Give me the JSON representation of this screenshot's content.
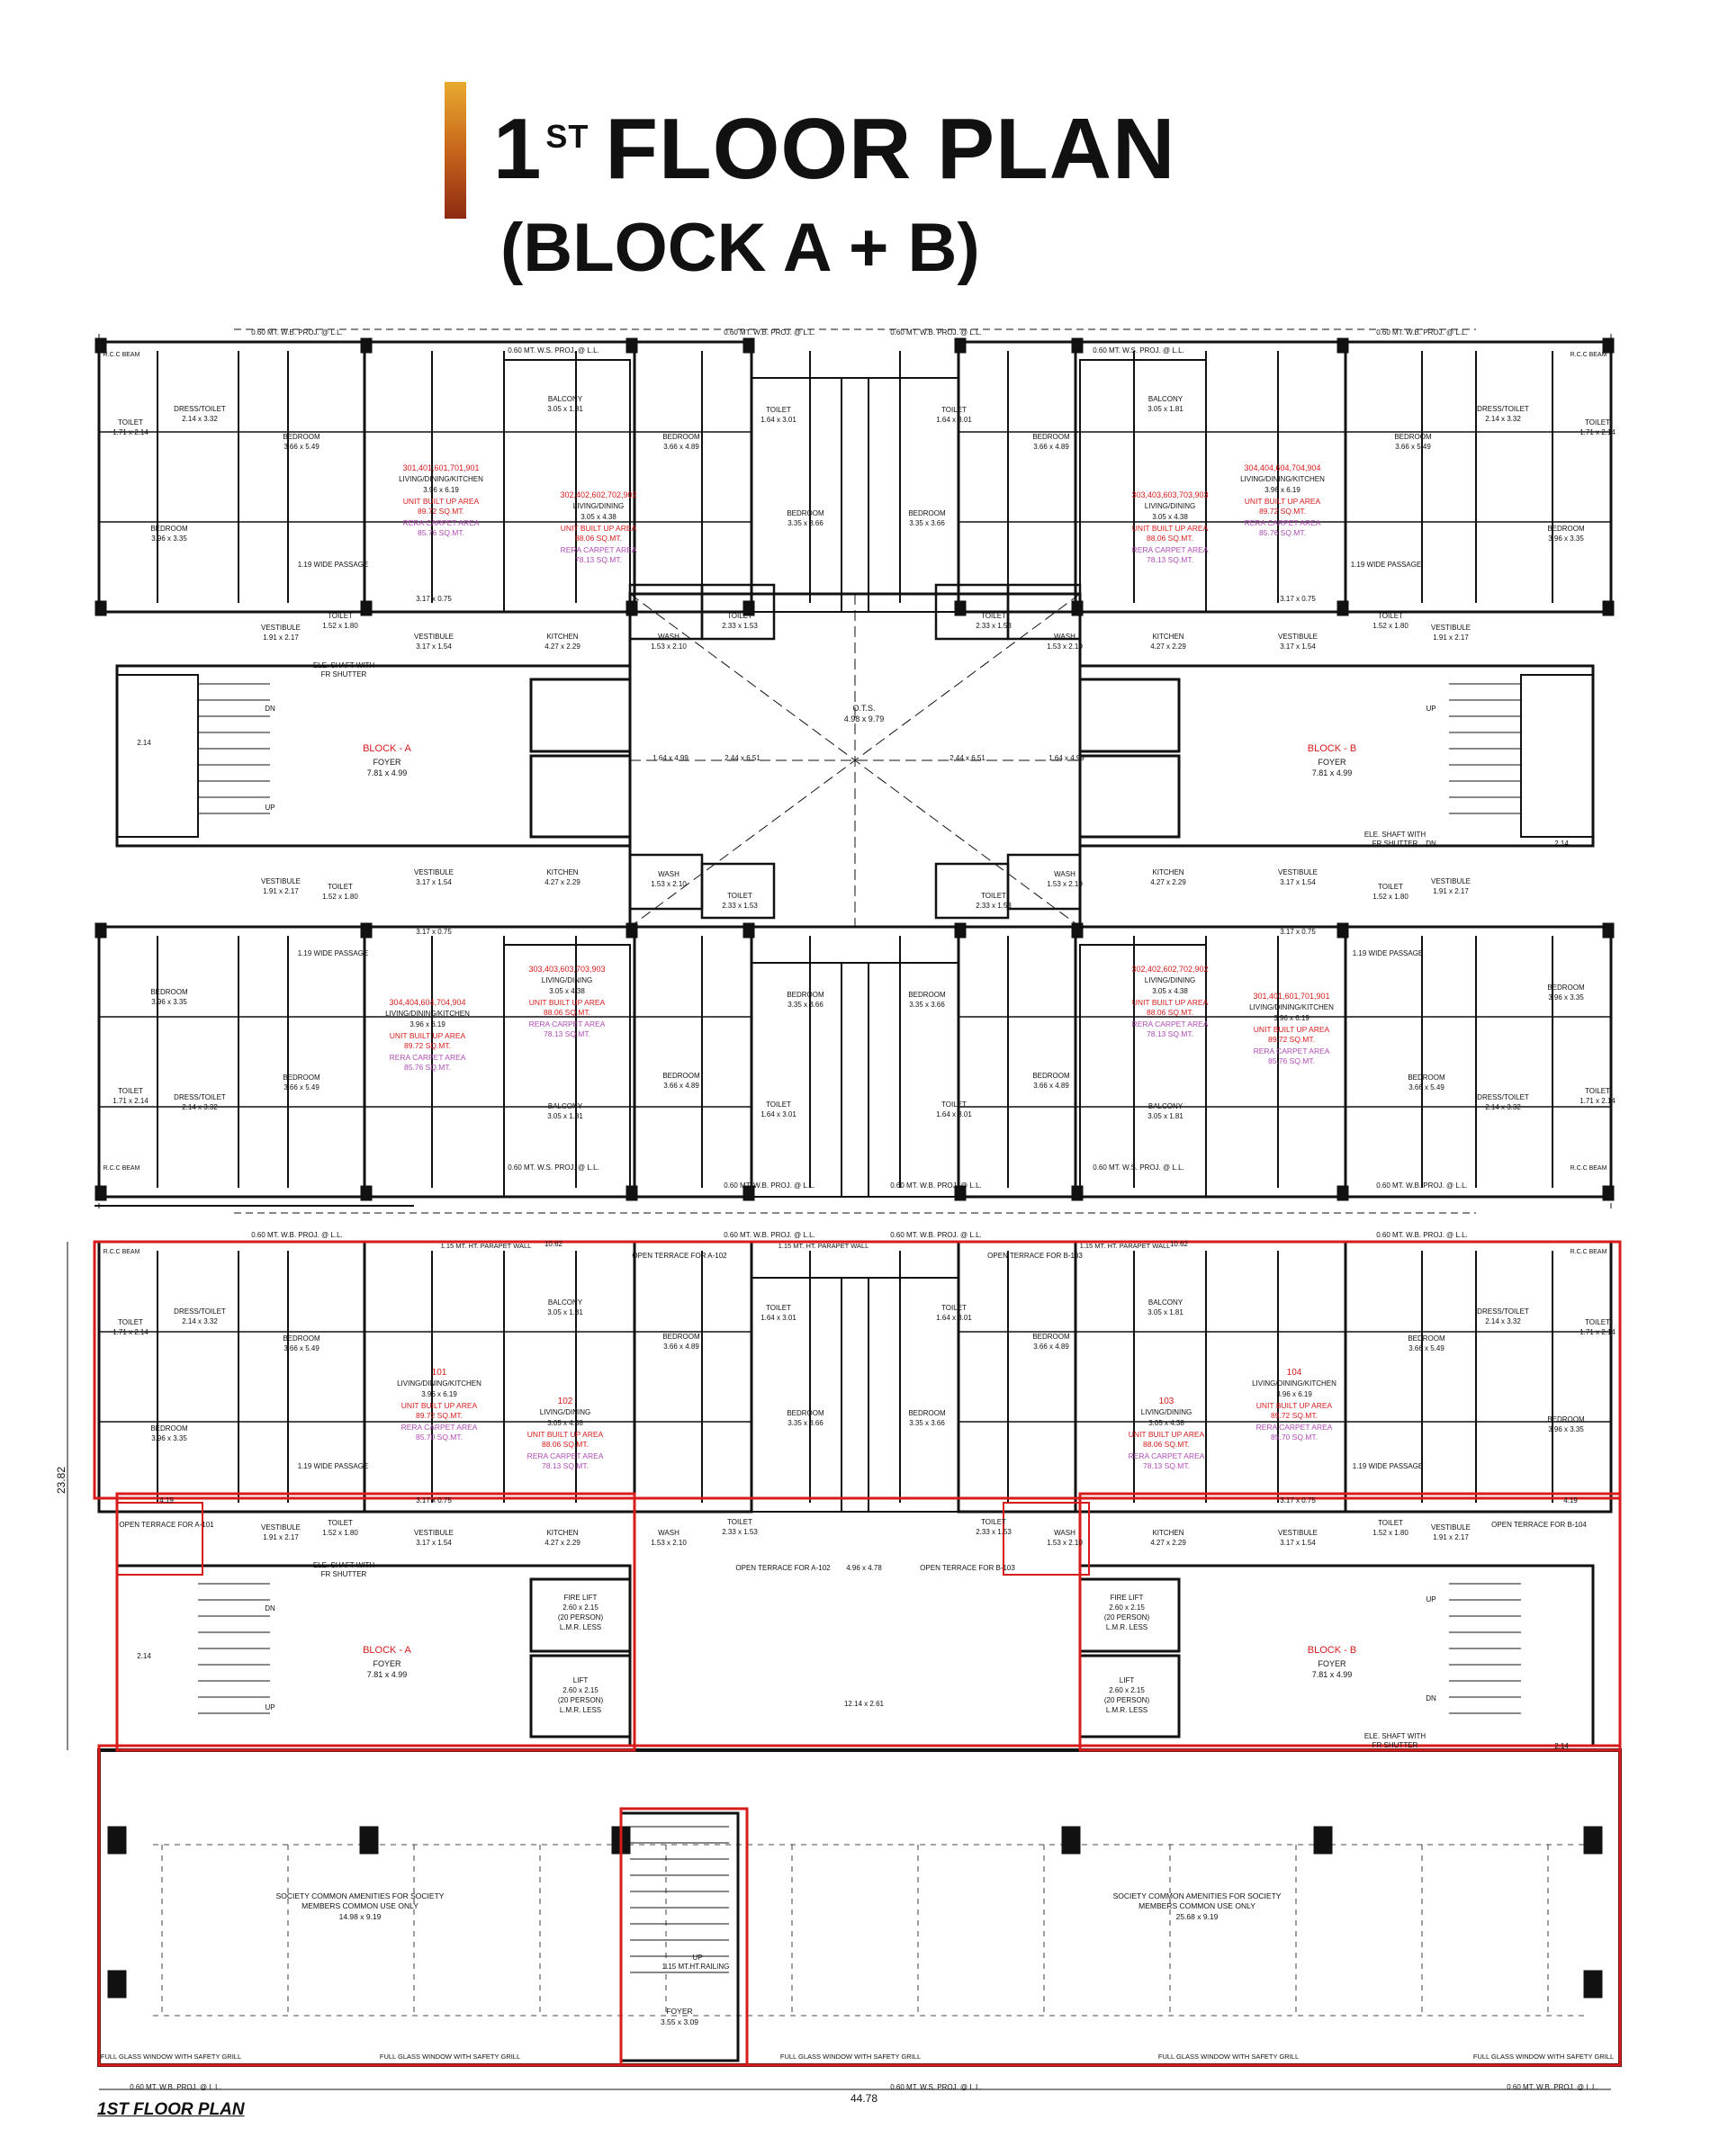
{
  "title": {
    "line1_prefix": "1",
    "line1_sup": "ST",
    "line1_rest": "FLOOR PLAN",
    "line2": "(BLOCK A + B)"
  },
  "upper_units": [
    {
      "id": "ua1",
      "no": "301,401,601,701,901",
      "type": "LIVING/DINING/KITCHEN",
      "dim": "3.96 x 6.19",
      "built": "UNIT BUILT UP AREA",
      "bval": "89.72 SQ.MT.",
      "rera": "RERA CARPET AREA",
      "rval": "85.76 SQ.MT."
    },
    {
      "id": "ua2",
      "no": "302,402,602,702,902",
      "type": "LIVING/DINING",
      "dim": "3.05 x 4.38",
      "built": "UNIT BUILT UP AREA",
      "bval": "88.06 SQ.MT.",
      "rera": "RERA CARPET AREA",
      "rval": "78.13 SQ.MT."
    },
    {
      "id": "ub1",
      "no": "303,403,603,703,903",
      "type": "LIVING/DINING",
      "dim": "3.05 x 4.38",
      "built": "UNIT BUILT UP AREA",
      "bval": "88.06 SQ.MT.",
      "rera": "RERA CARPET AREA",
      "rval": "78.13 SQ.MT."
    },
    {
      "id": "ub2",
      "no": "304,404,604,704,904",
      "type": "LIVING/DINING/KITCHEN",
      "dim": "3.96 x 6.19",
      "built": "UNIT BUILT UP AREA",
      "bval": "89.72 SQ.MT.",
      "rera": "RERA CARPET AREA",
      "rval": "85.76 SQ.MT."
    },
    {
      "id": "la1",
      "no": "304,404,604,704,904",
      "type": "LIVING/DINING/KITCHEN",
      "dim": "3.96 x 6.19",
      "built": "UNIT BUILT UP AREA",
      "bval": "89.72 SQ.MT.",
      "rera": "RERA CARPET AREA",
      "rval": "85.76 SQ.MT."
    },
    {
      "id": "la2",
      "no": "303,403,603,703,903",
      "type": "LIVING/DINING",
      "dim": "3.05 x 4.38",
      "built": "UNIT BUILT UP AREA",
      "bval": "88.06 SQ.MT.",
      "rera": "RERA CARPET AREA",
      "rval": "78.13 SQ.MT."
    },
    {
      "id": "lb1",
      "no": "302,402,602,702,902",
      "type": "LIVING/DINING",
      "dim": "3.05 x 4.38",
      "built": "UNIT BUILT UP AREA",
      "bval": "88.06 SQ.MT.",
      "rera": "RERA CARPET AREA",
      "rval": "78.13 SQ.MT."
    },
    {
      "id": "lb2",
      "no": "301,401,601,701,901",
      "type": "LIVING/DINING/KITCHEN",
      "dim": "3.96 x 6.19",
      "built": "UNIT BUILT UP AREA",
      "bval": "89.72 SQ.MT.",
      "rera": "RERA CARPET AREA",
      "rval": "85.76 SQ.MT."
    }
  ],
  "first_units": [
    {
      "id": "f101",
      "no": "101",
      "type": "LIVING/DINING/KITCHEN",
      "dim": "3.96 x 6.19",
      "built": "UNIT BUILT UP AREA",
      "bval": "89.72 SQ.MT.",
      "rera": "RERA CARPET AREA",
      "rval": "85.70 SQ.MT."
    },
    {
      "id": "f102",
      "no": "102",
      "type": "LIVING/DINING",
      "dim": "3.05 x 4.38",
      "built": "UNIT BUILT UP AREA",
      "bval": "88.06 SQ.MT.",
      "rera": "RERA CARPET AREA",
      "rval": "78.13 SQ.MT."
    },
    {
      "id": "f103",
      "no": "103",
      "type": "LIVING/DINING",
      "dim": "3.05 x 4.38",
      "built": "UNIT BUILT UP AREA",
      "bval": "88.06 SQ.MT.",
      "rera": "RERA CARPET AREA",
      "rval": "78.13 SQ.MT."
    },
    {
      "id": "f104",
      "no": "104",
      "type": "LIVING/DINING/KITCHEN",
      "dim": "3.96 x 6.19",
      "built": "UNIT BUILT UP AREA",
      "bval": "89.72 SQ.MT.",
      "rera": "RERA CARPET AREA",
      "rval": "85.70 SQ.MT."
    }
  ],
  "rooms": [
    {
      "id": "r1",
      "name": "BEDROOM",
      "dim": "3.66 x 5.49"
    },
    {
      "id": "r2",
      "name": "BEDROOM",
      "dim": "3.96 x 3.35"
    },
    {
      "id": "r3",
      "name": "DRESS/TOILET",
      "dim": "2.14 x 3.32"
    },
    {
      "id": "r4",
      "name": "TOILET",
      "dim": "1.71 x 2.14"
    },
    {
      "id": "r5",
      "name": "BALCONY",
      "dim": "3.05 x 1.81"
    },
    {
      "id": "r6",
      "name": "BEDROOM",
      "dim": "3.66 x 4.89"
    },
    {
      "id": "r7",
      "name": "TOILET",
      "dim": "1.64 x 3.01"
    },
    {
      "id": "r8",
      "name": "BEDROOM",
      "dim": "3.35 x 3.66"
    },
    {
      "id": "r9",
      "name": "KITCHEN",
      "dim": "4.27 x 2.29"
    },
    {
      "id": "r10",
      "name": "VESTIBULE",
      "dim": "3.17 x 1.54"
    },
    {
      "id": "r11",
      "name": "WASH",
      "dim": "1.53 x 2.10"
    },
    {
      "id": "r12",
      "name": "TOILET",
      "dim": "2.33 x 1.53"
    },
    {
      "id": "r13",
      "name": "TOILET",
      "dim": "1.52 x 1.80"
    },
    {
      "id": "r14",
      "name": "VESTIBULE",
      "dim": "1.91 x 2.17"
    },
    {
      "id": "r15",
      "name": "BLOCK - A",
      "dim": ""
    },
    {
      "id": "r16",
      "name": "FOYER",
      "dim": "7.81 x 4.99"
    },
    {
      "id": "r17",
      "name": "BLOCK - B",
      "dim": ""
    },
    {
      "id": "r18",
      "name": "O.T.S.",
      "dim": "4.98 x 9.79"
    },
    {
      "id": "r19",
      "name": "ELE. SHAFT WITH",
      "dim": "FR SHUTTER"
    },
    {
      "id": "r20",
      "name": "1.19 WIDE PASSAGE",
      "dim": ""
    },
    {
      "id": "r21",
      "name": "3.17 x 0.75",
      "dim": ""
    },
    {
      "id": "r22",
      "name": "1.64 x 4.99",
      "dim": ""
    },
    {
      "id": "r23",
      "name": "2.44 x 6.51",
      "dim": ""
    }
  ],
  "labels": {
    "wbproj": "0.60 MT. W.B. PROJ. @ L.L.",
    "wsproj": "0.60 MT. W.S. PROJ. @ L.L.",
    "rcc": "R.C.C BEAM",
    "parapet": "1.15 MT. HT. PARAPET WALL",
    "railing": "1.15 MT.HT.RAILING",
    "open_terrace_a101": "OPEN TERRACE FOR A-101",
    "open_terrace_a102": "OPEN TERRACE FOR A-102",
    "open_terrace_b103": "OPEN TERRACE FOR B-103",
    "open_terrace_b104": "OPEN TERRACE FOR B-104",
    "open_terrace_small_a": "OPEN TERRACE FOR A-102",
    "open_terrace_small_b": "OPEN TERRACE FOR B-103",
    "fire_lift": "FIRE LIFT",
    "fire_lift_dim": "2.60 x 2.15",
    "fire_lift_cap": "(20 PERSON)",
    "lmr": "L.M.R. LESS",
    "lift": "LIFT",
    "lift_dim": "2.60 x 2.15",
    "lift_cap": "(20 PERSON)",
    "society_a": "SOCIETY COMMON AMENITIES FOR SOCIETY",
    "society_a2": "MEMBERS COMMON USE ONLY",
    "society_a_dim": "14.98 x 9.19",
    "society_b": "SOCIETY COMMON AMENITIES FOR SOCIETY",
    "society_b2": "MEMBERS COMMON USE ONLY",
    "society_b_dim": "25.68 x 9.19",
    "glass": "FULL GLASS WINDOW WITH SAFETY GRILL",
    "foyer2": "FOYER",
    "foyer2_dim": "3.55 x 3.09",
    "dim_total_w": "44.78",
    "dim_total_h": "23.82",
    "dim_1062": "10.62",
    "dim_1214": "12.14 x 2.61",
    "dim_4478": "4.96 x 4.78",
    "dim_214": "2.14",
    "dim_419": "4.19",
    "dn": "DN",
    "up": "UP",
    "caption": "1ST FLOOR PLAN"
  }
}
